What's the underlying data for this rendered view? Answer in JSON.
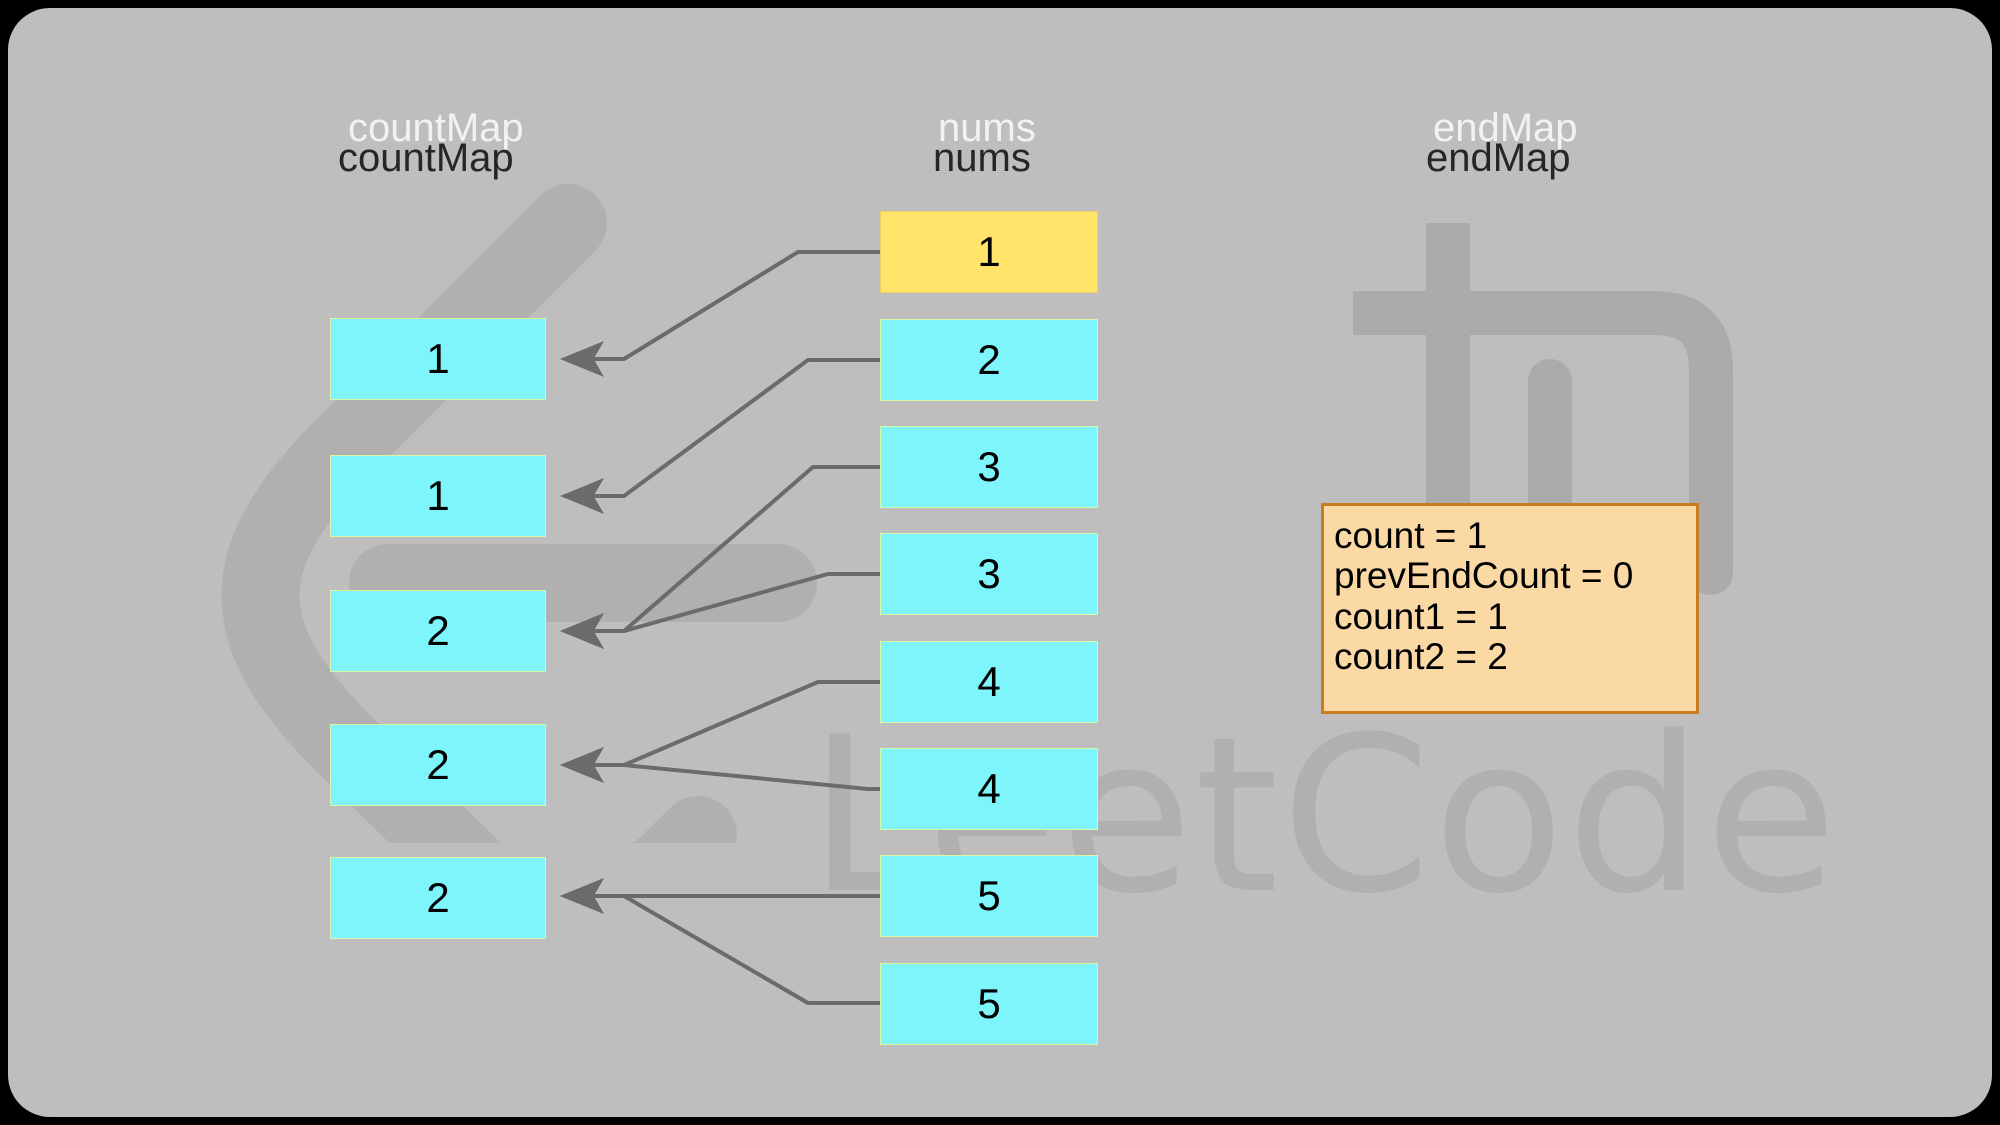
{
  "canvas": {
    "background_color": "#bebebe",
    "frame_color": "#000000"
  },
  "watermark": {
    "brand_text": "LeetCode",
    "logo_color": "#b0b0b0",
    "cjk_glyph": "li-character"
  },
  "columns": [
    {
      "id": "countMap",
      "title": "countMap",
      "title_ghost": "countMap",
      "values": [
        "1",
        "1",
        "2",
        "2",
        "2"
      ],
      "box_color": "#7ef4fb"
    },
    {
      "id": "nums",
      "title": "nums",
      "title_ghost": "nums",
      "values": [
        "1",
        "2",
        "3",
        "3",
        "4",
        "4",
        "5",
        "5"
      ],
      "box_color": "#7ef4fb",
      "highlight_index": 0,
      "highlight_color": "#ffe469"
    },
    {
      "id": "endMap",
      "title": "endMap",
      "title_ghost": "endMap",
      "values": [],
      "box_color": "#7ef4fb"
    }
  ],
  "variables": {
    "border_color": "#c87d20",
    "background_color": "#fbd9a5",
    "lines": [
      "count = 1",
      "prevEndCount = 0",
      "count1 = 1",
      "count2 = 2"
    ]
  },
  "connectors": {
    "color": "#6b6b6b",
    "description": "arrows from nums entries to countMap entries",
    "edges": [
      {
        "from_num_index": 0,
        "to_count_index": 0
      },
      {
        "from_num_index": 1,
        "to_count_index": 1
      },
      {
        "from_num_index": 2,
        "to_count_index": 2
      },
      {
        "from_num_index": 3,
        "to_count_index": 2
      },
      {
        "from_num_index": 4,
        "to_count_index": 3
      },
      {
        "from_num_index": 5,
        "to_count_index": 3
      },
      {
        "from_num_index": 6,
        "to_count_index": 4
      },
      {
        "from_num_index": 7,
        "to_count_index": 4
      }
    ]
  }
}
